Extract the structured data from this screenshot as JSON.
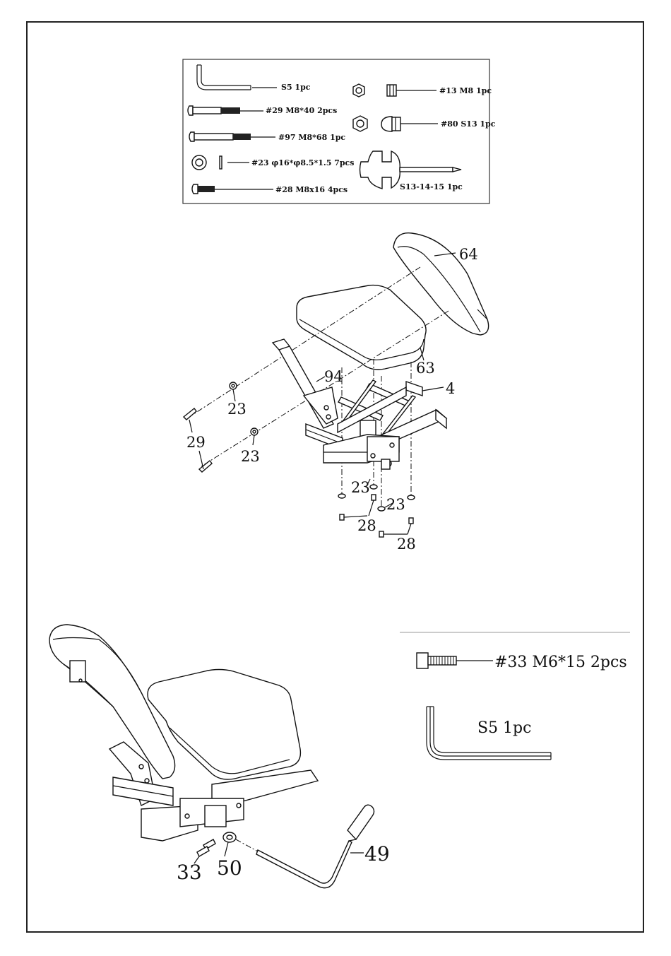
{
  "hardware_box": {
    "items": [
      {
        "id": "s5",
        "label": "S5 1pc",
        "icon": "allen-key-icon"
      },
      {
        "id": "b29",
        "label": "#29 M8*40 2pcs",
        "icon": "bolt-icon"
      },
      {
        "id": "b97",
        "label": "#97 M8*68 1pc",
        "icon": "bolt-icon"
      },
      {
        "id": "w23",
        "label": "#23 φ16*φ8.5*1.5 7pcs",
        "icon": "washer-icon"
      },
      {
        "id": "b28",
        "label": "#28 M8x16 4pcs",
        "icon": "bolt-icon"
      },
      {
        "id": "n13",
        "label": "#13 M8 1pc",
        "icon": "nut-icon"
      },
      {
        "id": "n80",
        "label": "#80 S13 1pc",
        "icon": "cap-nut-icon"
      },
      {
        "id": "wr",
        "label": "S13-14-15 1pc",
        "icon": "wrench-icon"
      }
    ]
  },
  "diagram_top": {
    "labels": {
      "p64": "64",
      "p63": "63",
      "p94": "94",
      "p4": "4",
      "p23a": "23",
      "p23b": "23",
      "p29": "29",
      "p23c": "23",
      "p23d": "23",
      "p28a": "28",
      "p28b": "28"
    }
  },
  "hardware_right": {
    "bolt_label": "#33 M6*15 2pcs",
    "key_label": "S5 1pc"
  },
  "diagram_bottom": {
    "labels": {
      "p33": "33",
      "p50": "50",
      "p49": "49"
    }
  }
}
